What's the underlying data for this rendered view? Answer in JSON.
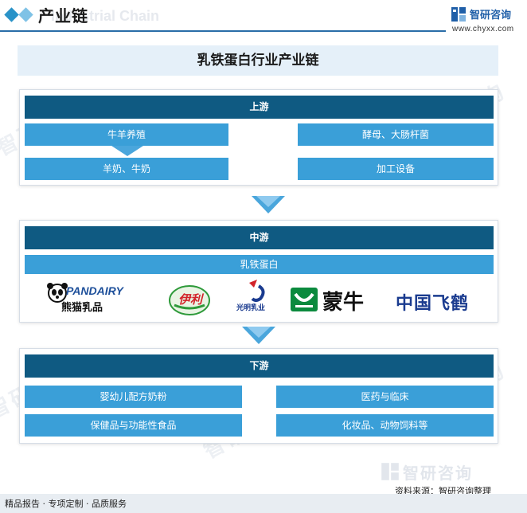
{
  "header": {
    "title": "产业链",
    "ghost_subtitle": "Industrial Chain",
    "logo_name": "智研咨询",
    "logo_url": "www.chyxx.com"
  },
  "watermark_text": "智研咨询",
  "banner_title": "乳铁蛋白行业产业链",
  "upstream": {
    "head": "上游",
    "left_top": "牛羊养殖",
    "left_bottom": "羊奶、牛奶",
    "right_top": "酵母、大肠杆菌",
    "right_bottom": "加工设备"
  },
  "midstream": {
    "head": "中游",
    "product": "乳铁蛋白",
    "brands": [
      {
        "icon": "pandairy-logo",
        "name": "PANDAIRY",
        "cn": "熊猫乳品"
      },
      {
        "icon": "yili-logo",
        "cn": "伊利"
      },
      {
        "icon": "guangming-logo",
        "cn": "光明乳业"
      },
      {
        "icon": "mengniu-logo",
        "cn": "蒙牛"
      },
      {
        "icon": "feihe-logo",
        "cn": "中国飞鹤"
      }
    ]
  },
  "downstream": {
    "head": "下游",
    "left_top": "婴幼儿配方奶粉",
    "left_bottom": "保健品与功能性食品",
    "right_top": "医药与临床",
    "right_bottom": "化妆品、动物饲料等"
  },
  "footer": {
    "source": "资料来源：智研咨询整理",
    "services": "精品报告 · 专项定制 · 品质服务",
    "watermark_logo": "智研咨询"
  },
  "colors": {
    "section_head": "#0f5a82",
    "box": "#3a9fd8",
    "banner": "#e5f0f9",
    "arrow": "#4aa6dc"
  }
}
